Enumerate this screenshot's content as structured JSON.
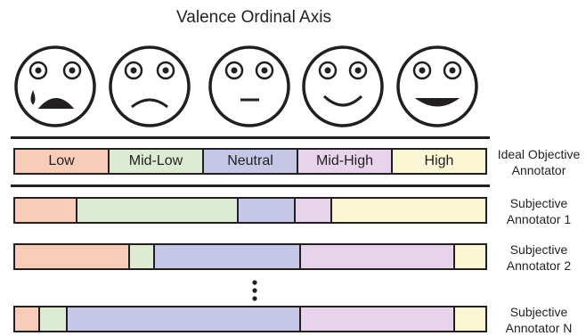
{
  "title": "Valence Ordinal Axis",
  "faces": [
    {
      "name": "crying-sad-face"
    },
    {
      "name": "sad-face"
    },
    {
      "name": "neutral-face"
    },
    {
      "name": "smiling-face"
    },
    {
      "name": "happy-face"
    }
  ],
  "colors": {
    "low": "#f7cdb9",
    "mid_low": "#dcebd2",
    "neutral": "#c6c7e7",
    "mid_high": "#e8d4ea",
    "high": "#fbf7d4",
    "outline": "#231f20"
  },
  "ideal": {
    "label_line1": "Ideal Objective",
    "label_line2": "Annotator",
    "segments": [
      {
        "label": "Low",
        "share": 0.2,
        "color": "low"
      },
      {
        "label": "Mid-Low",
        "share": 0.2,
        "color": "mid_low"
      },
      {
        "label": "Neutral",
        "share": 0.2,
        "color": "neutral"
      },
      {
        "label": "Mid-High",
        "share": 0.2,
        "color": "mid_high"
      },
      {
        "label": "High",
        "share": 0.2,
        "color": "high"
      }
    ]
  },
  "annotators": [
    {
      "label_line1": "Subjective",
      "label_line2": "Annotator 1",
      "segments": [
        {
          "share": 0.13,
          "color": "low"
        },
        {
          "share": 0.345,
          "color": "mid_low"
        },
        {
          "share": 0.12,
          "color": "neutral"
        },
        {
          "share": 0.075,
          "color": "mid_high"
        },
        {
          "share": 0.33,
          "color": "high"
        }
      ]
    },
    {
      "label_line1": "Subjective",
      "label_line2": "Annotator 2",
      "segments": [
        {
          "share": 0.245,
          "color": "low"
        },
        {
          "share": 0.05,
          "color": "mid_low"
        },
        {
          "share": 0.31,
          "color": "neutral"
        },
        {
          "share": 0.33,
          "color": "mid_high"
        },
        {
          "share": 0.065,
          "color": "high"
        }
      ]
    },
    {
      "label_line1": "Subjective",
      "label_line2": "Annotator N",
      "segments": [
        {
          "share": 0.05,
          "color": "low"
        },
        {
          "share": 0.055,
          "color": "mid_low"
        },
        {
          "share": 0.5,
          "color": "neutral"
        },
        {
          "share": 0.33,
          "color": "mid_high"
        },
        {
          "share": 0.065,
          "color": "high"
        }
      ]
    }
  ]
}
